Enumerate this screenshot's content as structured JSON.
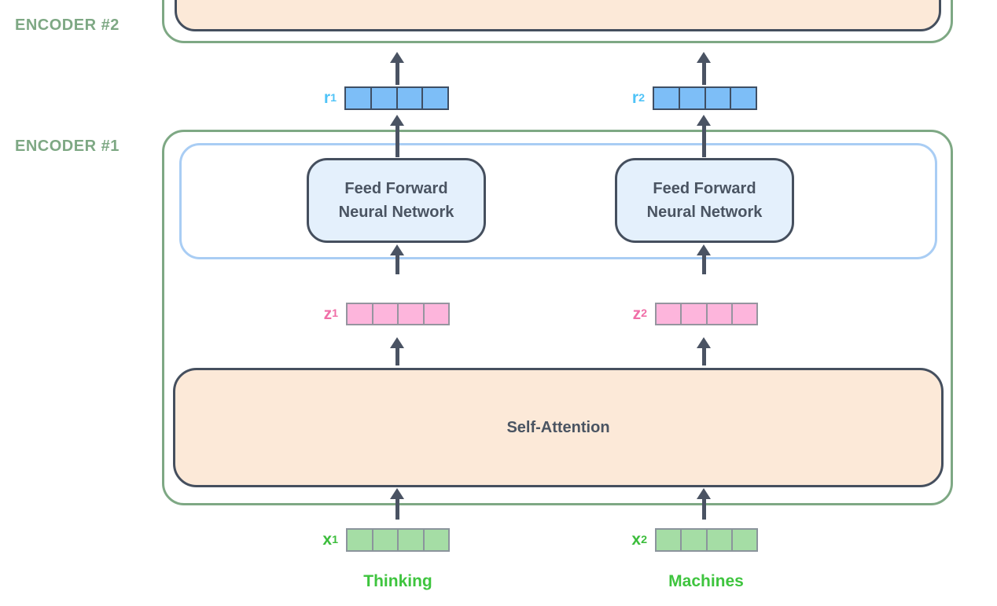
{
  "diagram": {
    "title": "transformer-encoder-stack",
    "encoders": [
      {
        "id": "encoder-2",
        "label": "ENCODER #2"
      },
      {
        "id": "encoder-1",
        "label": "ENCODER #1"
      }
    ],
    "blocks": {
      "ffnn_label": "Feed Forward\nNeural Network",
      "self_attention_label": "Self-Attention"
    },
    "vectors": {
      "cells": 4,
      "r1": {
        "base": "r",
        "sub": "1"
      },
      "r2": {
        "base": "r",
        "sub": "2"
      },
      "z1": {
        "base": "z",
        "sub": "1"
      },
      "z2": {
        "base": "z",
        "sub": "2"
      },
      "x1": {
        "base": "x",
        "sub": "1"
      },
      "x2": {
        "base": "x",
        "sub": "2"
      }
    },
    "words": {
      "token1": "Thinking",
      "token2": "Machines"
    }
  },
  "colors": {
    "encoder-outline": "#7ea884",
    "encoder-label": "#7ea884",
    "dark-border": "#454f5e",
    "text-dark": "#4a5462",
    "peach-fill": "#fce9d8",
    "ffnn-fill": "#e4f0fc",
    "ffnn-container-outline": "#a9cdf4",
    "r-fill": "#7dbef7",
    "r-border": "#3f4f64",
    "r-label": "#4fc3f7",
    "z-fill": "#fdb5dc",
    "z-border": "#95959f",
    "z-label": "#f06ea7",
    "x-fill": "#a5dda5",
    "x-border": "#8b949c",
    "x-label": "#3cbd3c",
    "word-label": "#3ec43e",
    "arrow": "#4a5363"
  }
}
